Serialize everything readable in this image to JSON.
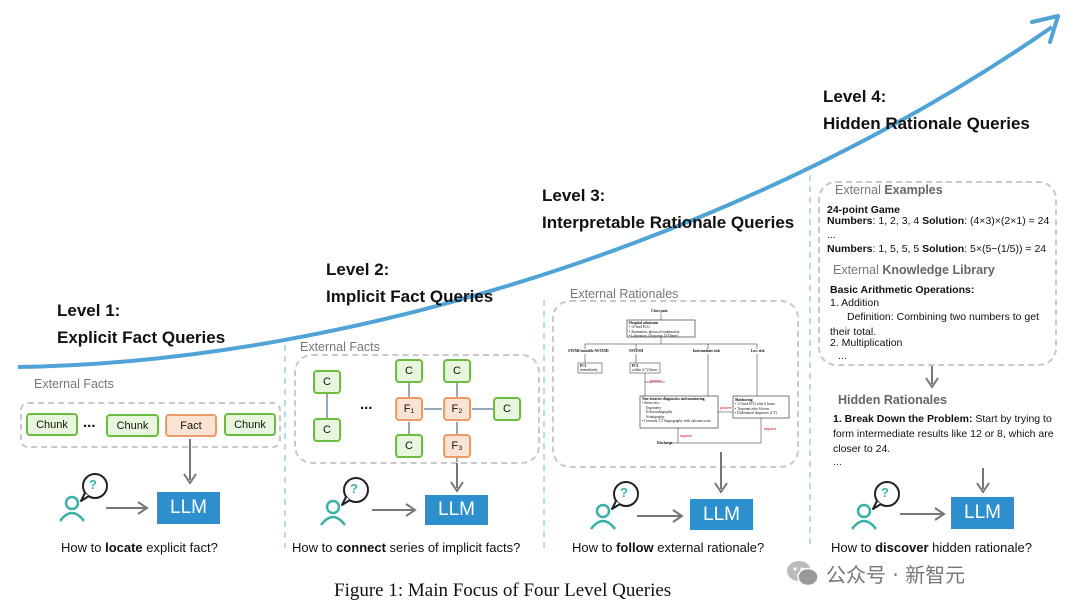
{
  "levels": [
    {
      "level": "Level 1:",
      "title": "Explicit Fact Queries",
      "external_label": "External Facts",
      "chunks": [
        "Chunk",
        "...",
        "Chunk",
        "Fact",
        "Chunk"
      ],
      "question": {
        "pre": "How to ",
        "bold": "locate",
        "post": " explicit fact?"
      }
    },
    {
      "level": "Level 2:",
      "title": "Implicit Fact Queries",
      "external_label": "External Facts",
      "nodes": {
        "c": "C",
        "f1": "F₁",
        "f2": "F₂",
        "f3": "F₃",
        "ellipsis": "..."
      },
      "question": {
        "pre": "How to ",
        "bold": "connect",
        "post": " series of implicit facts?"
      }
    },
    {
      "level": "Level 3:",
      "title": "Interpretable Rationale Queries",
      "external_label": "External Rationales",
      "flowchart": {
        "top": "Chest pain",
        "hospital": [
          "Hospital admission",
          "• 12-lead ECG",
          "• Anamnesis, physical examination",
          "• Laboratory (Troponin, D-Dimer)"
        ],
        "branches": [
          "STEMI/unstable NSTEMI",
          "NSTEMI",
          "Intermediate risk",
          "Low risk"
        ],
        "pci1": [
          "PCI",
          "immediately"
        ],
        "pci2": [
          "PCI",
          "within 2-72 hours"
        ],
        "positive": "positive",
        "noninv": [
          "Non-invasive diagnostics and monitoring",
          "• Stress test:",
          "Ergometry",
          "Echocardiography",
          "Scintigraphy",
          "• Coronary CT Angiography with calcium score"
        ],
        "monitoring": [
          "Monitoring",
          "• 12-lead ECG after 6 hours",
          "• Troponin after 6 hours",
          "• Differential diagnoses (CT)"
        ],
        "negative": "negative",
        "discharge": "Discharge"
      },
      "question": {
        "pre": "How to ",
        "bold": "follow",
        "post": " external rationale?"
      }
    },
    {
      "level": "Level 4:",
      "title": "Hidden Rationale Queries",
      "external_examples_label": {
        "pre": "External ",
        "bold": "Examples"
      },
      "game_title": "24-point Game",
      "examples": [
        {
          "numbers_label": "Numbers",
          "numbers": ": 1, 2, 3, 4 ",
          "solution_label": "Solution",
          "solution": ": (4×3)×(2×1) = 24"
        },
        {
          "numbers_label": "Numbers",
          "numbers": ": 1, 5, 5, 5  ",
          "solution_label": "Solution",
          "solution": ": 5×(5−(1/5)) = 24"
        }
      ],
      "examples_ellipsis": "...",
      "knowledge_label": {
        "pre": "External ",
        "bold": "Knowledge Library"
      },
      "knowledge_title": "Basic Arithmetic Operations:",
      "knowledge_items": [
        "1. Addition",
        "Definition: Combining two numbers to get their total.",
        "2. Multiplication",
        "..."
      ],
      "hidden_label": "Hidden Rationales",
      "hidden_bold": "1. Break Down the Problem:",
      "hidden_text": " Start by trying to form intermediate results like 12 or 8, which are closer to 24.",
      "hidden_ellipsis": "...",
      "question": {
        "pre": "How to ",
        "bold": "discover",
        "post": " hidden rationale?"
      }
    }
  ],
  "llm_label": "LLM",
  "question_mark": "?",
  "caption": "Figure 1: Main Focus of Four Level Queries",
  "watermark": "公众号 · 新智元",
  "colors": {
    "curve": "#4fa3d6",
    "llm": "#2e8fcf",
    "user_icon": "#3ab0a8",
    "chunk_border": "#6cbd3f",
    "fact_border": "#ea9b6a"
  }
}
